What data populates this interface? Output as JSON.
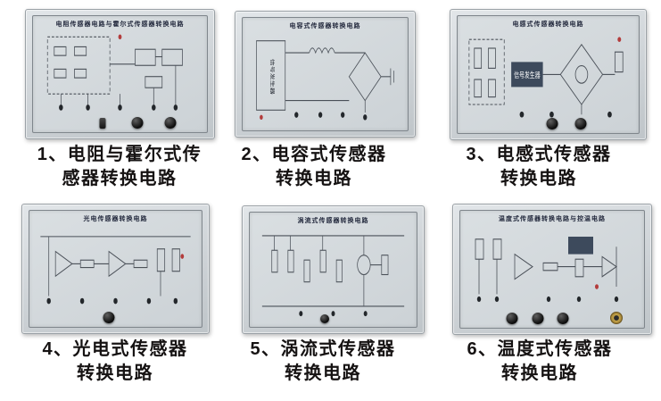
{
  "page": {
    "title": "传感器转换电路面板目录图"
  },
  "panels": [
    {
      "board_title": "电阻传感器电路与霍尔式传感器转换电路",
      "caption_line1": "1、电阻与霍尔式传",
      "caption_line2": "感器转换电路"
    },
    {
      "board_title": "电容式传感器转换电路",
      "box_label": "信号发生器",
      "caption_line1": "2、电容式传感器",
      "caption_line2": "转换电路"
    },
    {
      "board_title": "电感式传感器转换电路",
      "box_label": "信号发生器",
      "caption_line1": "3、电感式传感器",
      "caption_line2": "转换电路"
    },
    {
      "board_title": "光电传感器转换电路",
      "caption_line1": "4、光电式传感器",
      "caption_line2": "转换电路"
    },
    {
      "board_title": "涡流式传感器转换电路",
      "caption_line1": "5、涡流式传感器",
      "caption_line2": "转换电路"
    },
    {
      "board_title": "温度式传感器转换电路与控温电路",
      "caption_line1": "6、温度式传感器",
      "caption_line2": "转换电路"
    }
  ]
}
